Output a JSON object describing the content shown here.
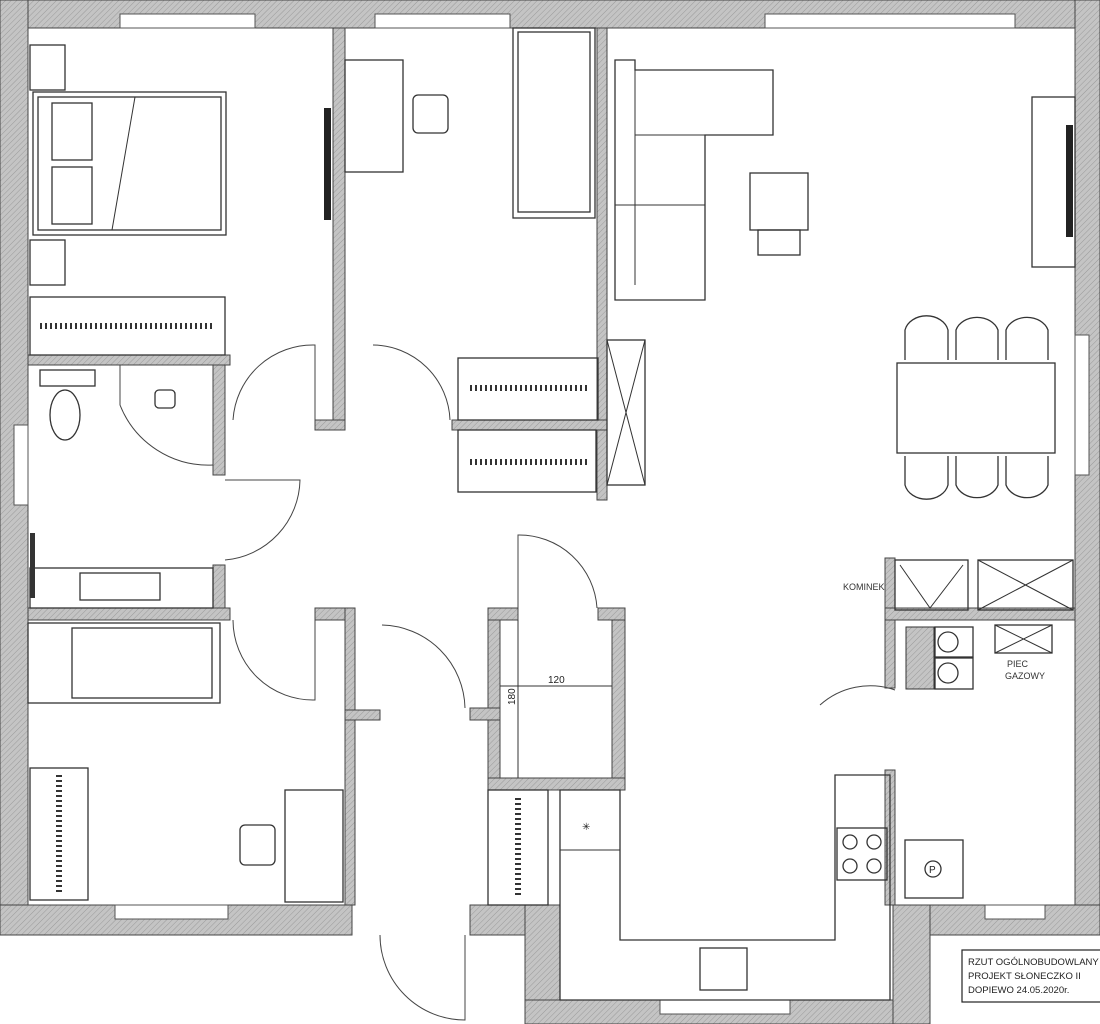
{
  "labels": {
    "fireplace": "KOMINEK",
    "gas_stove_line1": "PIEC",
    "gas_stove_line2": "GAZOWY",
    "dim_width": "120",
    "dim_length": "180",
    "parking_symbol": "P"
  },
  "title_block": {
    "line1": "RZUT OGÓLNOBUDOWLANY Z",
    "line2": "PROJEKT SŁONECZKO II",
    "line3": "DOPIEWO 24.05.2020r."
  },
  "colors": {
    "wall": "#bdbdbd",
    "line": "#333333",
    "background": "#ffffff"
  }
}
